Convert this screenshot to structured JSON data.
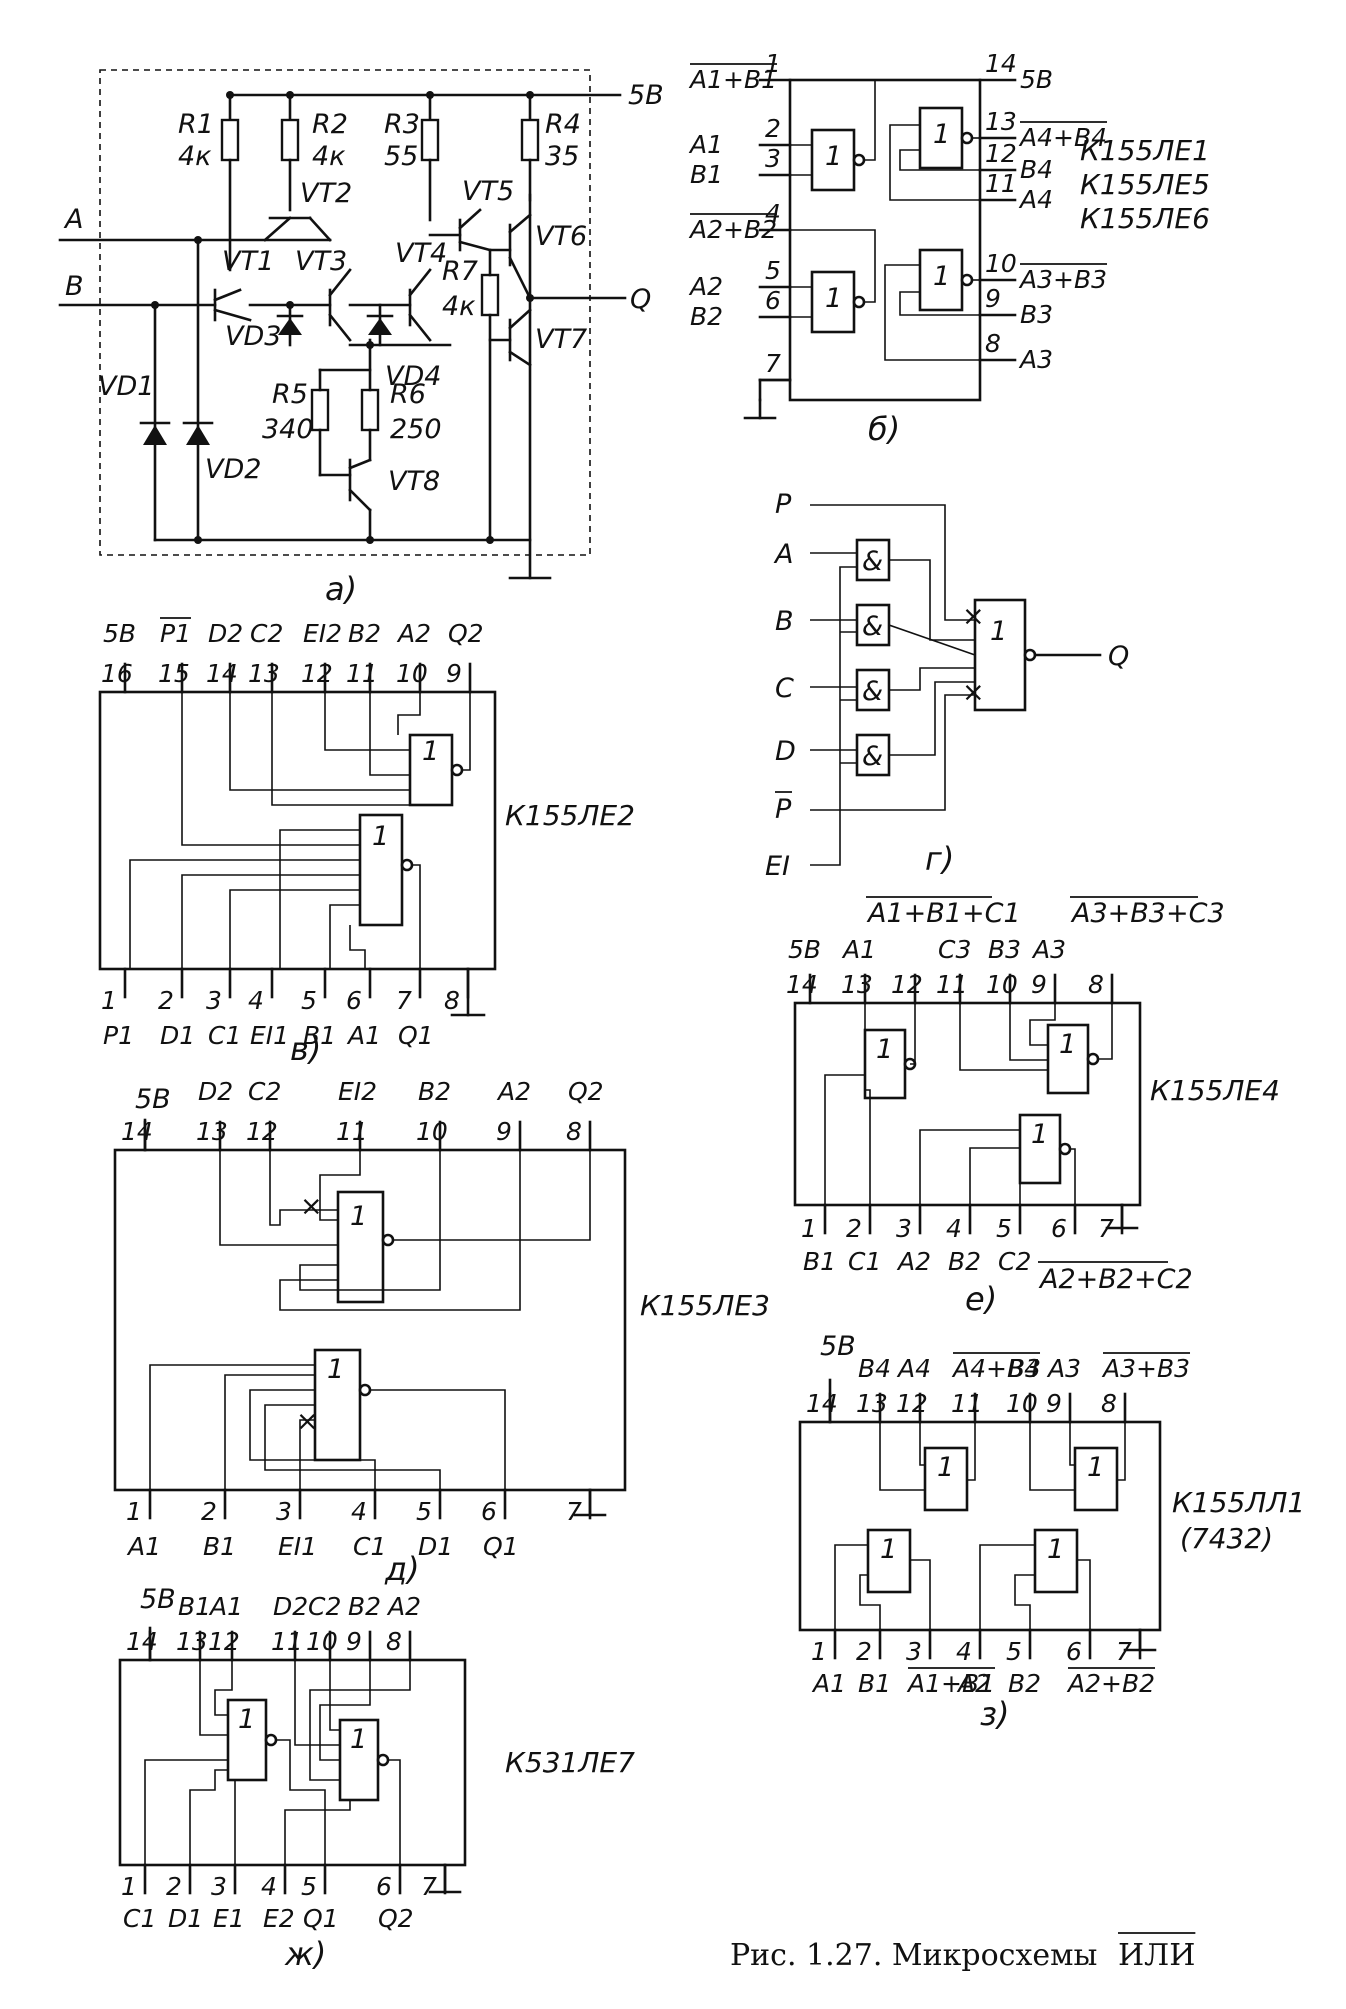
{
  "caption": {
    "prefix": "Рис. 1.27. Микросхемы",
    "overline": "ИЛИ"
  },
  "part_a": {
    "label": "а)",
    "supply": "5В",
    "inputs": [
      "A",
      "B"
    ],
    "output": "Q",
    "resistors": [
      {
        "name": "R1",
        "value": "4к"
      },
      {
        "name": "R2",
        "value": "4к"
      },
      {
        "name": "R3",
        "value": "55"
      },
      {
        "name": "R4",
        "value": "35"
      },
      {
        "name": "R5",
        "value": "340"
      },
      {
        "name": "R6",
        "value": "250"
      },
      {
        "name": "R7",
        "value": "4к"
      }
    ],
    "transistors": [
      "VT1",
      "VT2",
      "VT3",
      "VT4",
      "VT5",
      "VT6",
      "VT7",
      "VT8"
    ],
    "diodes": [
      "VD1",
      "VD2",
      "VD3",
      "VD4"
    ]
  },
  "part_b": {
    "label": "б)",
    "chips": [
      "К155ЛЕ1",
      "К155ЛЕ5",
      "К155ЛЕ6"
    ],
    "supply": "5В",
    "left_pins": [
      {
        "num": "1",
        "sig": "A1+B1",
        "bar": true
      },
      {
        "num": "2",
        "sig": "A1",
        "bar": false
      },
      {
        "num": "3",
        "sig": "B1",
        "bar": false
      },
      {
        "num": "4",
        "sig": "A2+B2",
        "bar": true
      },
      {
        "num": "5",
        "sig": "A2",
        "bar": false
      },
      {
        "num": "6",
        "sig": "B2",
        "bar": false
      },
      {
        "num": "7",
        "sig": "",
        "bar": false
      }
    ],
    "right_pins": [
      {
        "num": "14",
        "sig": "5В",
        "bar": false
      },
      {
        "num": "13",
        "sig": "A4+B4",
        "bar": true
      },
      {
        "num": "12",
        "sig": "B4",
        "bar": false
      },
      {
        "num": "11",
        "sig": "A4",
        "bar": false
      },
      {
        "num": "10",
        "sig": "A3+B3",
        "bar": true
      },
      {
        "num": "9",
        "sig": "B3",
        "bar": false
      },
      {
        "num": "8",
        "sig": "A3",
        "bar": false
      }
    ],
    "gate_symbol": "1"
  },
  "part_v": {
    "label": "в)",
    "chip": "К155ЛЕ2",
    "top_nums": [
      "16",
      "15",
      "14",
      "13",
      "12",
      "11",
      "10",
      "9"
    ],
    "top_sigs": [
      "5В",
      "P1",
      "D2",
      "C2",
      "EI2",
      "B2",
      "A2",
      "Q2"
    ],
    "top_bar": [
      false,
      true,
      false,
      false,
      false,
      false,
      false,
      false
    ],
    "bottom_nums": [
      "1",
      "2",
      "3",
      "4",
      "5",
      "6",
      "7",
      "8"
    ],
    "bottom_sigs": [
      "P1",
      "D1",
      "C1",
      "EI1",
      "B1",
      "A1",
      "Q1",
      ""
    ],
    "gate_symbol": "1"
  },
  "part_g": {
    "label": "г)",
    "inputs": [
      "P",
      "A",
      "B",
      "C",
      "D",
      "P",
      "EI"
    ],
    "input_bar": [
      false,
      false,
      false,
      false,
      false,
      true,
      false
    ],
    "output": "Q",
    "and_symbol": "&",
    "or_symbol": "1"
  },
  "part_d": {
    "label": "д)",
    "chip": "К155ЛЕ3",
    "supply": "5В",
    "top_nums": [
      "14",
      "13",
      "12",
      "11",
      "10",
      "9",
      "8"
    ],
    "top_sigs": [
      "",
      "D2",
      "C2",
      "EI2",
      "B2",
      "A2",
      "Q2"
    ],
    "bottom_nums": [
      "1",
      "2",
      "3",
      "4",
      "5",
      "6",
      "7"
    ],
    "bottom_sigs": [
      "A1",
      "B1",
      "EI1",
      "C1",
      "D1",
      "Q1",
      ""
    ],
    "gate_symbol": "1"
  },
  "part_e": {
    "label": "е)",
    "chip": "К155ЛЕ4",
    "top_exprs": [
      "A1+B1+C1",
      "A3+B3+C3"
    ],
    "bottom_expr": "A2+B2+C2",
    "top_nums": [
      "14",
      "13",
      "12",
      "11",
      "10",
      "9",
      "8"
    ],
    "top_sigs": [
      "5В",
      "A1",
      "",
      "C3",
      "B3",
      "A3",
      ""
    ],
    "bottom_nums": [
      "1",
      "2",
      "3",
      "4",
      "5",
      "6",
      "7"
    ],
    "bottom_sigs": [
      "B1",
      "C1",
      "A2",
      "B2",
      "C2",
      "",
      ""
    ],
    "gate_symbol": "1"
  },
  "part_z": {
    "label": "з)",
    "chip": "К155ЛЛ1",
    "chip_alt": "(7432)",
    "supply": "5В",
    "top_nums": [
      "14",
      "13",
      "12",
      "11",
      "10",
      "9",
      "8"
    ],
    "top_sigs": [
      "",
      "B4",
      "A4",
      "A4+B4",
      "B3",
      "A3",
      "A3+B3"
    ],
    "top_bar": [
      false,
      false,
      false,
      true,
      false,
      false,
      true
    ],
    "bottom_nums": [
      "1",
      "2",
      "3",
      "4",
      "5",
      "6",
      "7"
    ],
    "bottom_sigs": [
      "A1",
      "B1",
      "A1+B1",
      "A2",
      "B2",
      "A2+B2",
      ""
    ],
    "bottom_bar": [
      false,
      false,
      true,
      false,
      false,
      true,
      false
    ],
    "gate_symbol": "1"
  },
  "part_zh": {
    "label": "ж)",
    "chip": "К531ЛЕ7",
    "supply": "5В",
    "top_nums": [
      "14",
      "13",
      "12",
      "11",
      "10",
      "9",
      "8"
    ],
    "top_sigs": [
      "",
      "B1",
      "A1",
      "D2",
      "C2",
      "B2",
      "A2"
    ],
    "bottom_nums": [
      "1",
      "2",
      "3",
      "4",
      "5",
      "6",
      "7"
    ],
    "bottom_sigs": [
      "C1",
      "D1",
      "E1",
      "E2",
      "Q1",
      "Q2",
      ""
    ],
    "gate_symbol": "1"
  }
}
